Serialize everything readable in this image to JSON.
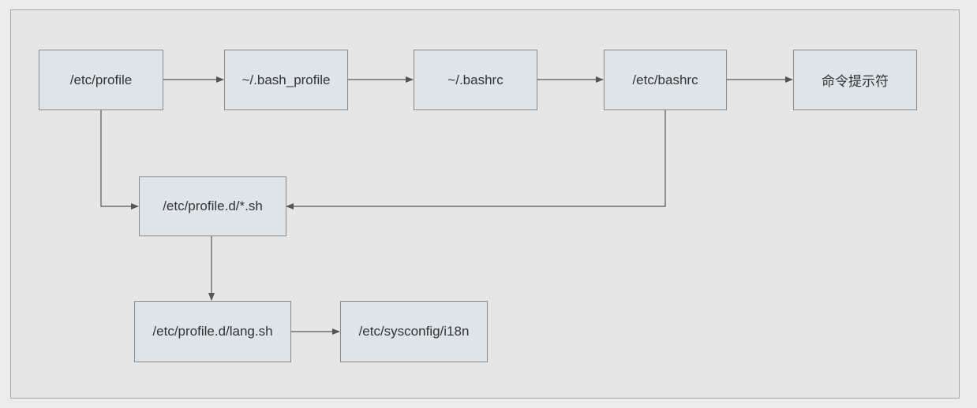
{
  "diagram": {
    "nodes": [
      {
        "id": "etc_profile",
        "label": "/etc/profile"
      },
      {
        "id": "bash_profile",
        "label": "~/.bash_profile"
      },
      {
        "id": "bashrc_home",
        "label": "~/.bashrc"
      },
      {
        "id": "etc_bashrc",
        "label": "/etc/bashrc"
      },
      {
        "id": "prompt",
        "label": "命令提示符"
      },
      {
        "id": "profile_d",
        "label": "/etc/profile.d/*.sh"
      },
      {
        "id": "lang_sh",
        "label": "/etc/profile.d/lang.sh"
      },
      {
        "id": "i18n",
        "label": "/etc/sysconfig/i18n"
      }
    ],
    "edges": [
      {
        "from": "etc_profile",
        "to": "bash_profile"
      },
      {
        "from": "bash_profile",
        "to": "bashrc_home"
      },
      {
        "from": "bashrc_home",
        "to": "etc_bashrc"
      },
      {
        "from": "etc_bashrc",
        "to": "prompt"
      },
      {
        "from": "etc_profile",
        "to": "profile_d"
      },
      {
        "from": "etc_bashrc",
        "to": "profile_d"
      },
      {
        "from": "profile_d",
        "to": "lang_sh"
      },
      {
        "from": "lang_sh",
        "to": "i18n"
      }
    ],
    "colors": {
      "node_fill": "#dde4ea",
      "node_border": "#8b8b8b",
      "edge": "#555555"
    }
  }
}
